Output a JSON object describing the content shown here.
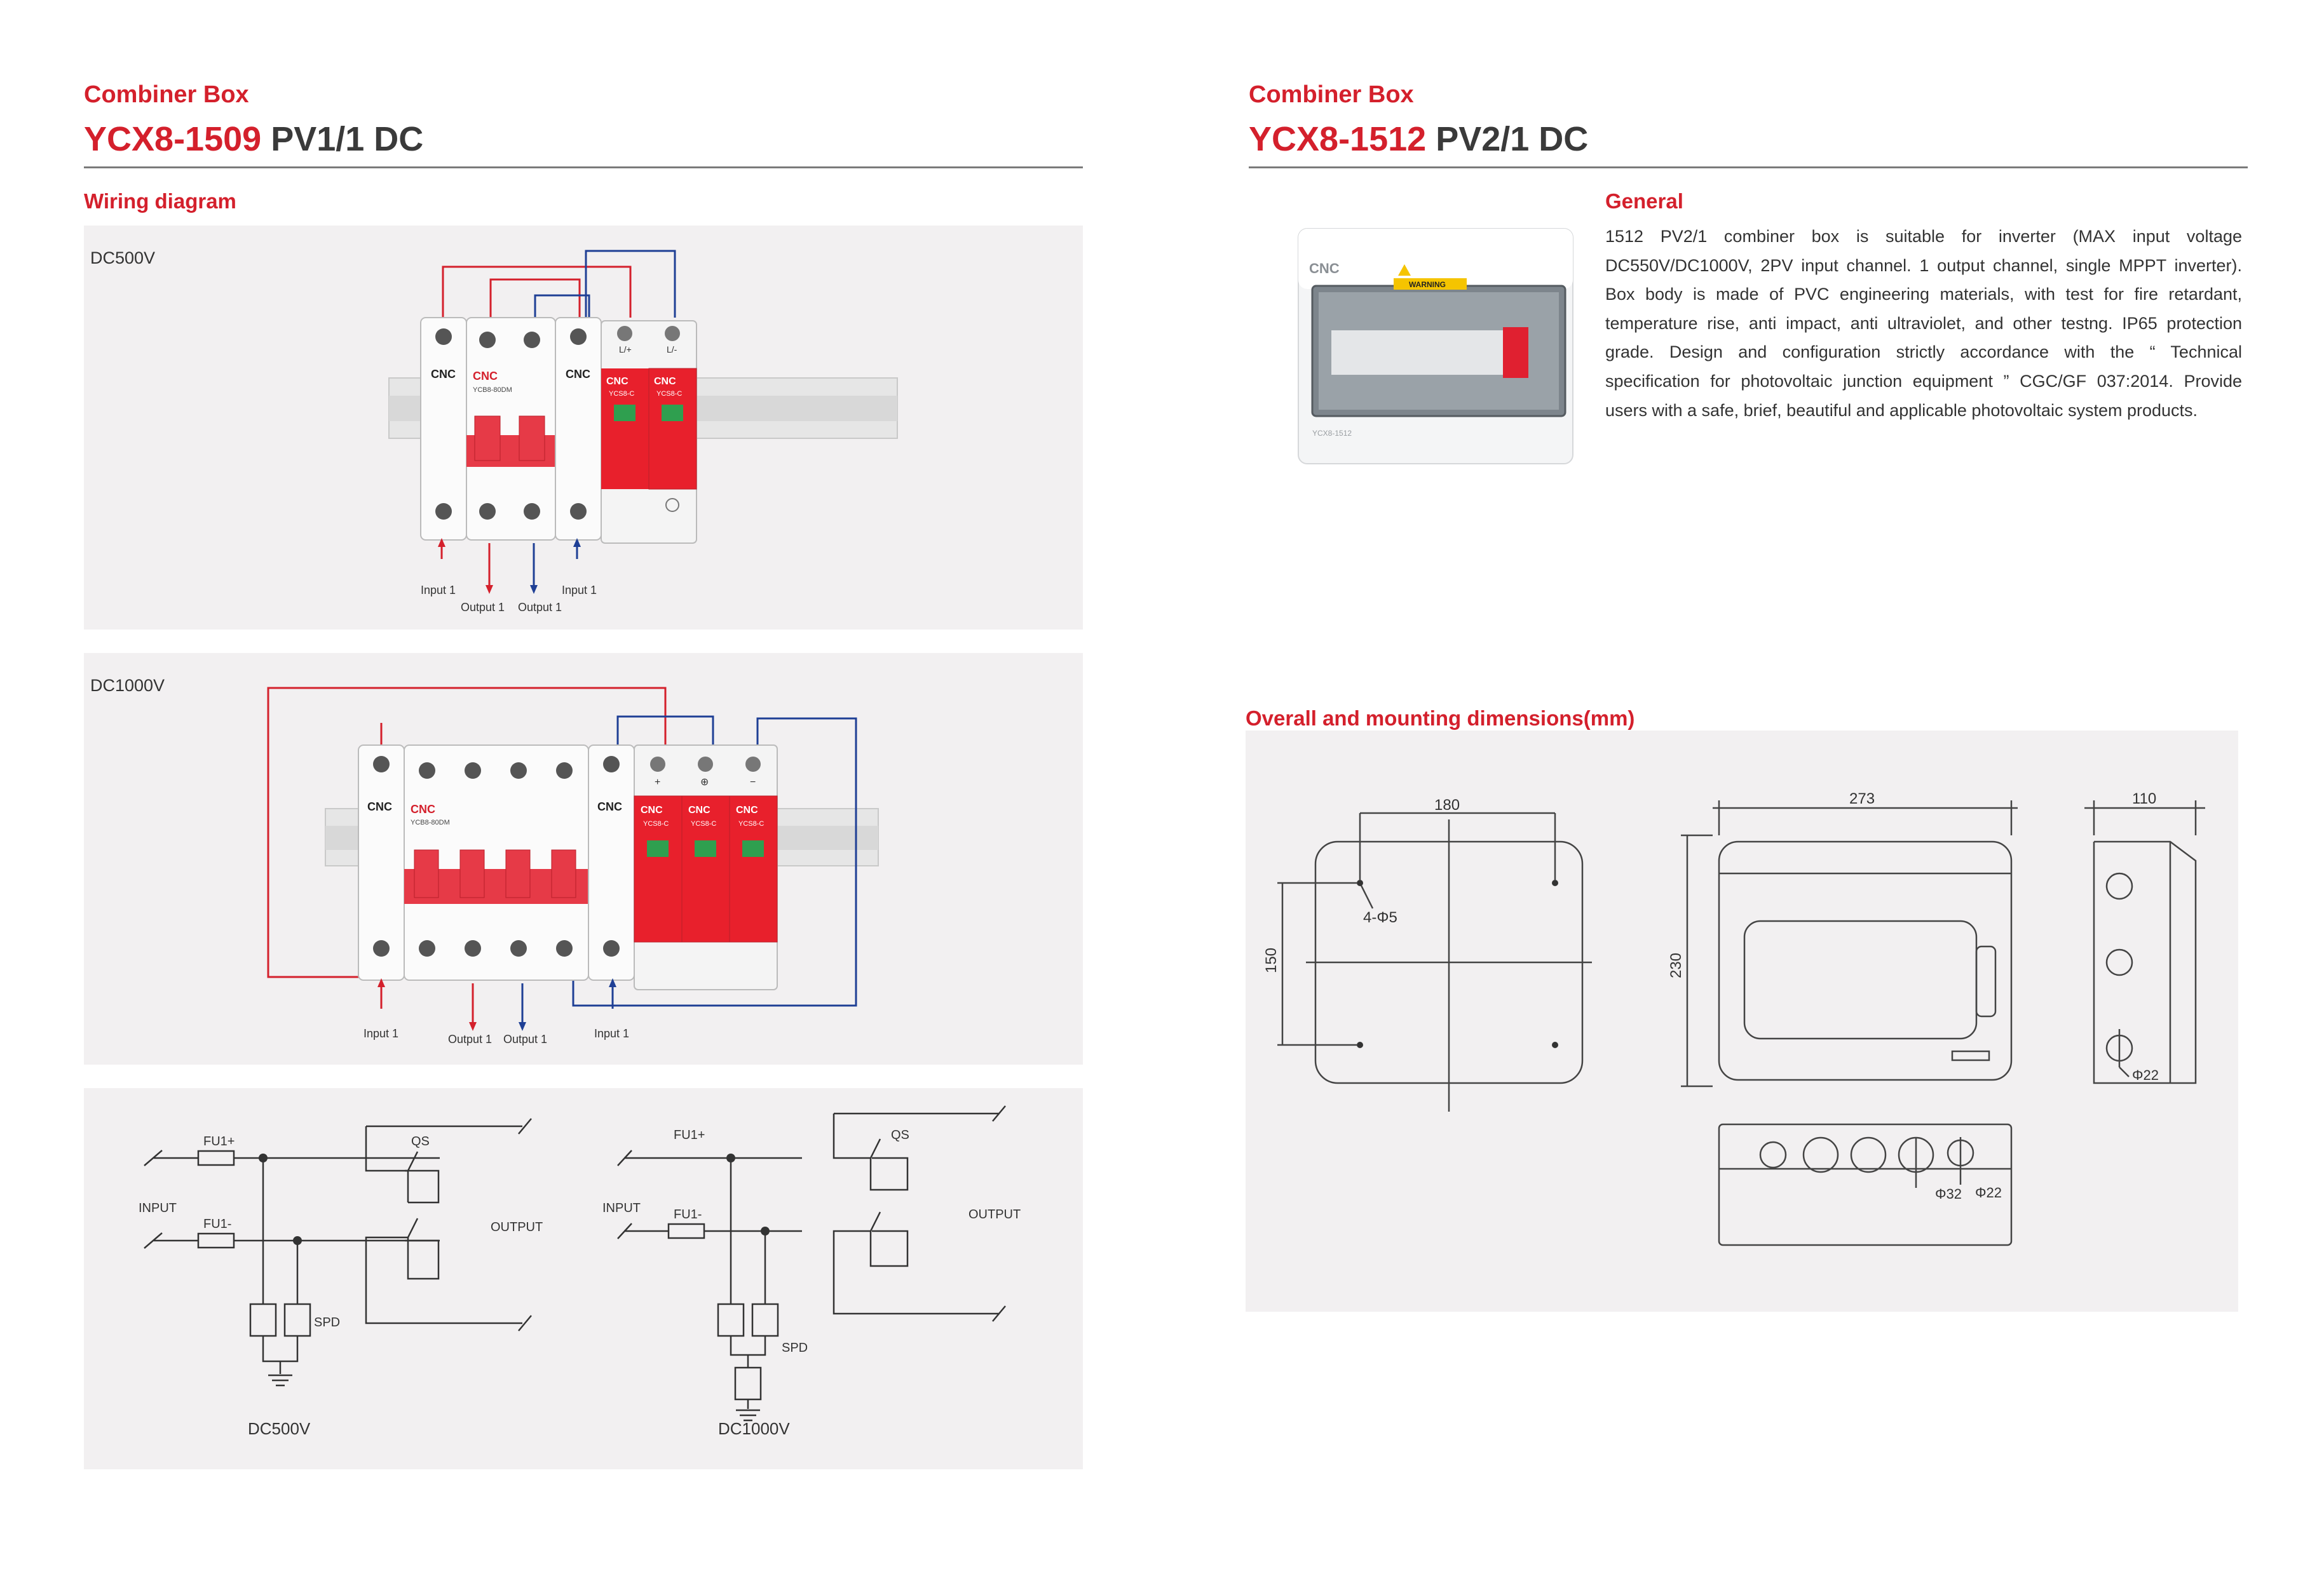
{
  "left": {
    "category": "Combiner Box",
    "model_code": "YCX8-1509",
    "model_desc": "PV1/1 DC",
    "section_title": "Wiring diagram",
    "panel1": {
      "label": "DC500V",
      "brand": "CNC",
      "breaker_model": "YCB8-80DM",
      "spd_model": "YCS8-C",
      "terminals": [
        "L/+",
        "L/-"
      ],
      "arrows": [
        "Input 1",
        "Output 1",
        "Output 1",
        "Input 1"
      ]
    },
    "panel2": {
      "label": "DC1000V",
      "brand": "CNC",
      "breaker_model": "YCB8-80DM",
      "spd_model": "YCS8-C",
      "terminals": [
        "+",
        "⊕",
        "−"
      ],
      "arrows": [
        "Input 1",
        "Output 1",
        "Output 1",
        "Input 1"
      ]
    },
    "panel3": {
      "schem_a": {
        "fuse_pos": "FU1+",
        "fuse_neg": "FU1-",
        "input": "INPUT",
        "output": "OUTPUT",
        "switch": "QS",
        "spd": "SPD",
        "caption": "DC500V"
      },
      "schem_b": {
        "fuse_pos": "FU1+",
        "fuse_neg": "FU1-",
        "input": "INPUT",
        "output": "OUTPUT",
        "switch": "QS",
        "spd": "SPD",
        "caption": "DC1000V"
      }
    }
  },
  "right": {
    "category": "Combiner Box",
    "model_code": "YCX8-1512",
    "model_desc": "PV2/1 DC",
    "general_title": "General",
    "general_text": "1512 PV2/1 combiner box is suitable for inverter (MAX input voltage DC550V/DC1000V, 2PV input channel. 1 output channel, single MPPT inverter). Box body is made of PVC engineering materials, with test for fire retardant, temperature rise, anti impact, anti ultraviolet, and other testng. IP65 protection grade. Design and configuration strictly accordance with the “ Technical specification for photovoltaic junction equipment ” CGC/GF 037:2014. Provide users with a safe, brief, beautiful and applicable photovoltaic system products.",
    "product": {
      "brand": "CNC",
      "warning": "WARNING",
      "label": "YCX8-1512"
    },
    "dims_title": "Overall and mounting dimensions(mm)",
    "dims": {
      "mount_width": "180",
      "mount_height": "150",
      "holes": "4-Φ5",
      "front_width": "273",
      "front_height": "230",
      "side_depth": "110",
      "side_hole": "Φ22",
      "bottom_hole_a": "Φ32",
      "bottom_hole_b": "Φ22"
    }
  },
  "colors": {
    "accent": "#d4202c",
    "panel": "#f2f0f1",
    "wire_red": "#d4202c",
    "wire_blue": "#1f3f95"
  }
}
